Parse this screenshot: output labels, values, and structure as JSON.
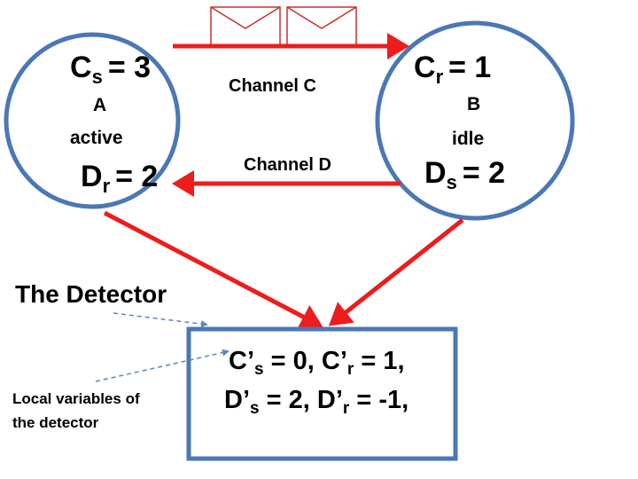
{
  "colors": {
    "node_stroke": "#4a78b4",
    "arrow": "#ee1c1c",
    "envelope": "#c8302c",
    "annotation_arrow": "#5a86c0",
    "text": "#000000"
  },
  "node_a": {
    "send_var": "C",
    "send_sub": "s",
    "send_value": "= 3",
    "label": "A",
    "state": "active",
    "recv_var": "D",
    "recv_sub": "r",
    "recv_value": "= 2"
  },
  "node_b": {
    "recv_var": "C",
    "recv_sub": "r",
    "recv_value": "= 1",
    "label": "B",
    "state": "idle",
    "send_var": "D",
    "send_sub": "s",
    "send_value": "= 2"
  },
  "channels": {
    "c_label": "Channel C",
    "d_label": "Channel D",
    "c_messages_in_transit": 2
  },
  "detector": {
    "title": "The Detector",
    "local_note_line1": "Local variables of",
    "local_note_line2": "the detector",
    "line1": [
      {
        "var": "C’",
        "sub": "s",
        "value": " = 0, "
      },
      {
        "var": "C’",
        "sub": "r",
        "value": " = 1,"
      }
    ],
    "line2": [
      {
        "var": "D’",
        "sub": "s",
        "value": " = 2, "
      },
      {
        "var": "D’",
        "sub": "r",
        "value": " = -1,"
      }
    ]
  }
}
